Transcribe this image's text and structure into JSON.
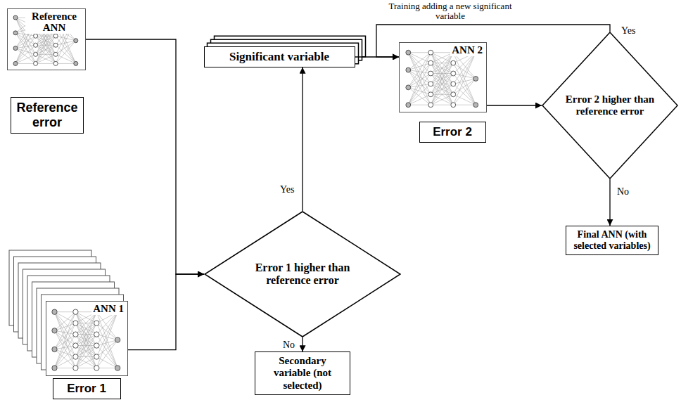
{
  "diagram": {
    "nodes": [
      {
        "text": [
          "Reference ANN"
        ]
      },
      {
        "text": [
          "Reference error"
        ]
      },
      {
        "text": [
          "ANN 1"
        ]
      },
      {
        "text": [
          "Error 1"
        ]
      },
      {
        "text": [
          "Error 1 higher than reference error"
        ]
      },
      {
        "text": [
          "Significant variable"
        ]
      },
      {
        "text": [
          "Secondary variable (not selected)"
        ]
      },
      {
        "text": [
          "ANN 2"
        ]
      },
      {
        "text": [
          "Error 2"
        ]
      },
      {
        "text": [
          "Error 2 higher than reference error"
        ]
      },
      {
        "text": [
          "Final ANN (with selected variables)"
        ]
      }
    ],
    "edges": [
      {
        "from": 0,
        "to": 4,
        "arrow": "to"
      },
      {
        "from": 2,
        "to": 4,
        "arrow": "to"
      },
      {
        "from": 4,
        "to": 5,
        "label": "Yes",
        "arrow": "to"
      },
      {
        "from": 4,
        "to": 6,
        "label": "No",
        "arrow": "to"
      },
      {
        "from": 5,
        "to": 7,
        "arrow": "to"
      },
      {
        "from": 7,
        "to": 9,
        "arrow": "to"
      },
      {
        "from": 9,
        "to": 10,
        "label": "No",
        "arrow": "to"
      },
      {
        "from": 9,
        "to": 7,
        "label": "Yes",
        "arrow": "to"
      }
    ],
    "labels": [
      "Training adding a new significant variable"
    ]
  }
}
